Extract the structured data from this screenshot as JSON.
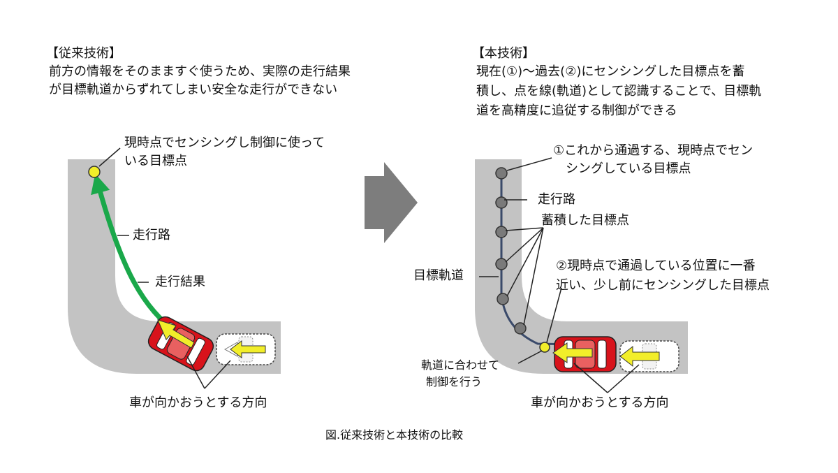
{
  "left": {
    "heading": "【従来技術】",
    "desc_line1": "前方の情報をそのまますぐ使うため、実際の走行結果",
    "desc_line2": "が目標軌道からずれてしまい安全な走行ができない",
    "label_target_line1": "現時点でセンシングし制御に使って",
    "label_target_line2": "いる目標点",
    "label_road": "走行路",
    "label_result": "走行結果",
    "label_direction": "車が向かおうとする方向"
  },
  "right": {
    "heading": "【本技術】",
    "desc_line1": "現在(①)～過去(②)にセンシングした目標点を蓄",
    "desc_line2": "積し、点を線(軌道)として認識することで、目標軌",
    "desc_line3": "道を高精度に追従する制御ができる",
    "label_point1_line1": "①これから通過する、現時点でセン",
    "label_point1_line2": "シングしている目標点",
    "label_road": "走行路",
    "label_accumulated": "蓄積した目標点",
    "label_trajectory": "目標軌道",
    "label_point2_line1": "②現時点で通過している位置に一番",
    "label_point2_line2": "近い、少し前にセンシングした目標点",
    "label_control_line1": "軌道に合わせて",
    "label_control_line2": "制御を行う",
    "label_direction": "車が向かおうとする方向"
  },
  "caption": "図.従来技術と本技術の比較",
  "colors": {
    "road": "#c3c3c3",
    "result_path": "#1aa84a",
    "target_point": "#f2ee2a",
    "accumulated_point": "#7a7a7a",
    "trajectory": "#3a4a6a",
    "car": "#d8131b",
    "arrow_block": "#7d7d7d"
  }
}
